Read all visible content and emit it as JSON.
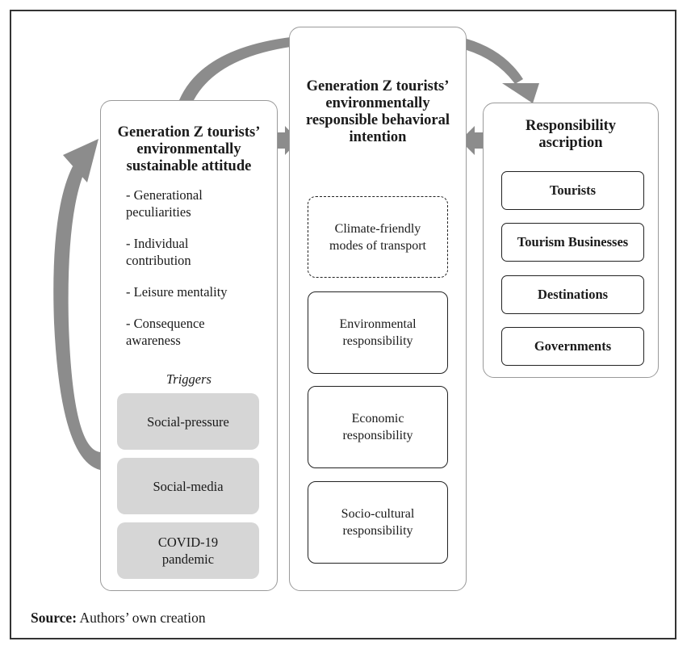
{
  "attitude": {
    "title": [
      "Generation Z tourists’",
      "environmentally",
      "sustainable attitude"
    ],
    "bullets": [
      [
        "- Generational",
        "peculiarities"
      ],
      [
        "- Individual",
        "contribution"
      ],
      [
        "- Leisure mentality"
      ],
      [
        "- Consequence",
        "awareness"
      ]
    ],
    "triggers_label": "Triggers",
    "triggers": [
      [
        "Social-pressure"
      ],
      [
        "Social-media"
      ],
      [
        "COVID-19",
        "pandemic"
      ]
    ]
  },
  "intention": {
    "title": [
      "Generation Z tourists’",
      "environmentally",
      "responsible behavioral",
      "intention"
    ],
    "items": [
      {
        "lines": [
          "Climate-friendly",
          "modes of transport"
        ],
        "dashed": true
      },
      {
        "lines": [
          "Environmental",
          "responsibility"
        ],
        "dashed": false
      },
      {
        "lines": [
          "Economic",
          "responsibility"
        ],
        "dashed": false
      },
      {
        "lines": [
          "Socio-cultural",
          "responsibility"
        ],
        "dashed": false
      }
    ]
  },
  "responsibility": {
    "title": [
      "Responsibility",
      "ascription"
    ],
    "items": [
      "Tourists",
      "Tourism Businesses",
      "Destinations",
      "Governments"
    ]
  },
  "source": {
    "label": "Source:",
    "text": "Authors’ own creation"
  },
  "colors": {
    "arrow": "#8c8c8c",
    "trigger_fill": "#d6d6d6",
    "panel_border": "#9a9a9a"
  }
}
